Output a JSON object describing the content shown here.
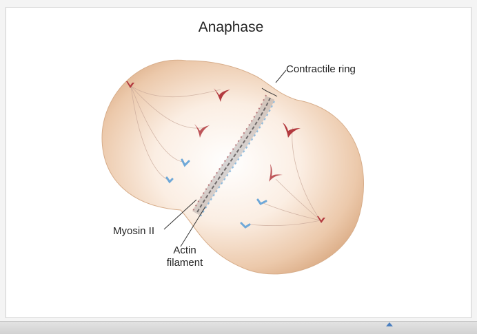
{
  "diagram": {
    "title": "Anaphase",
    "labels": {
      "contractile_ring": "Contractile ring",
      "myosin": "Myosin II",
      "actin_line1": "Actin",
      "actin_line2": "filament"
    }
  },
  "colors": {
    "cell_fill_light": "#fbeee3",
    "cell_fill_dark": "#d8a77f",
    "chromosome_red": "#b33a3f",
    "chromosome_blue": "#6ea8d8",
    "spindle_line": "#c9a99a",
    "ring_dark": "#6f6a6a"
  }
}
